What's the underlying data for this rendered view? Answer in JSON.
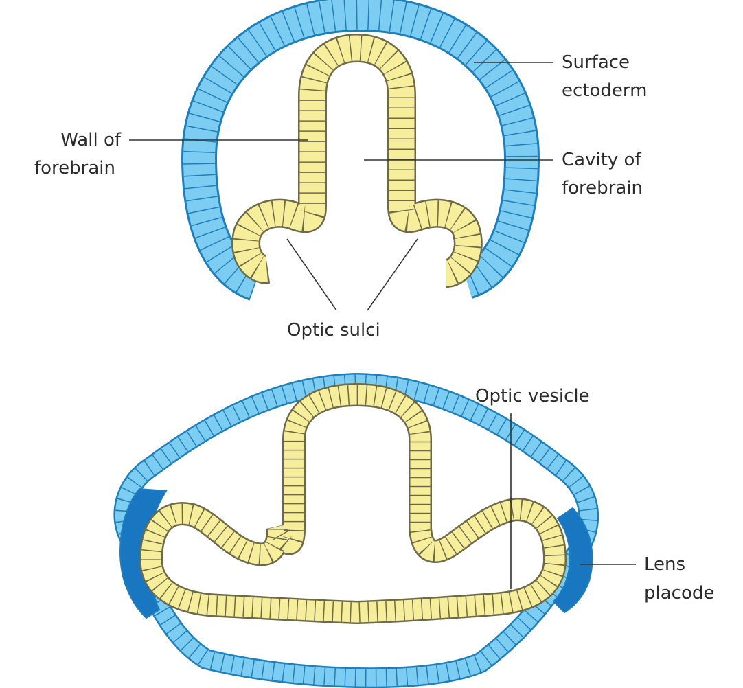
{
  "colors": {
    "surface_ectoderm": "#7dcdf2",
    "surface_ectoderm_border": "#1f7fb8",
    "neural_wall": "#f7ee9b",
    "neural_wall_border": "#6d6a4a",
    "lens_placode": "#1976c1",
    "label_text": "#2b2b2b",
    "leader_line": "#333333"
  },
  "upper_figure": {
    "labels": {
      "surface_ectoderm_line1": "Surface",
      "surface_ectoderm_line2": "ectoderm",
      "wall_line1": "Wall of",
      "wall_line2": "forebrain",
      "cavity_line1": "Cavity of",
      "cavity_line2": "forebrain",
      "optic_sulci": "Optic sulci"
    }
  },
  "lower_figure": {
    "labels": {
      "optic_vesicle": "Optic vesicle",
      "lens_line1": "Lens",
      "lens_line2": "placode"
    }
  }
}
